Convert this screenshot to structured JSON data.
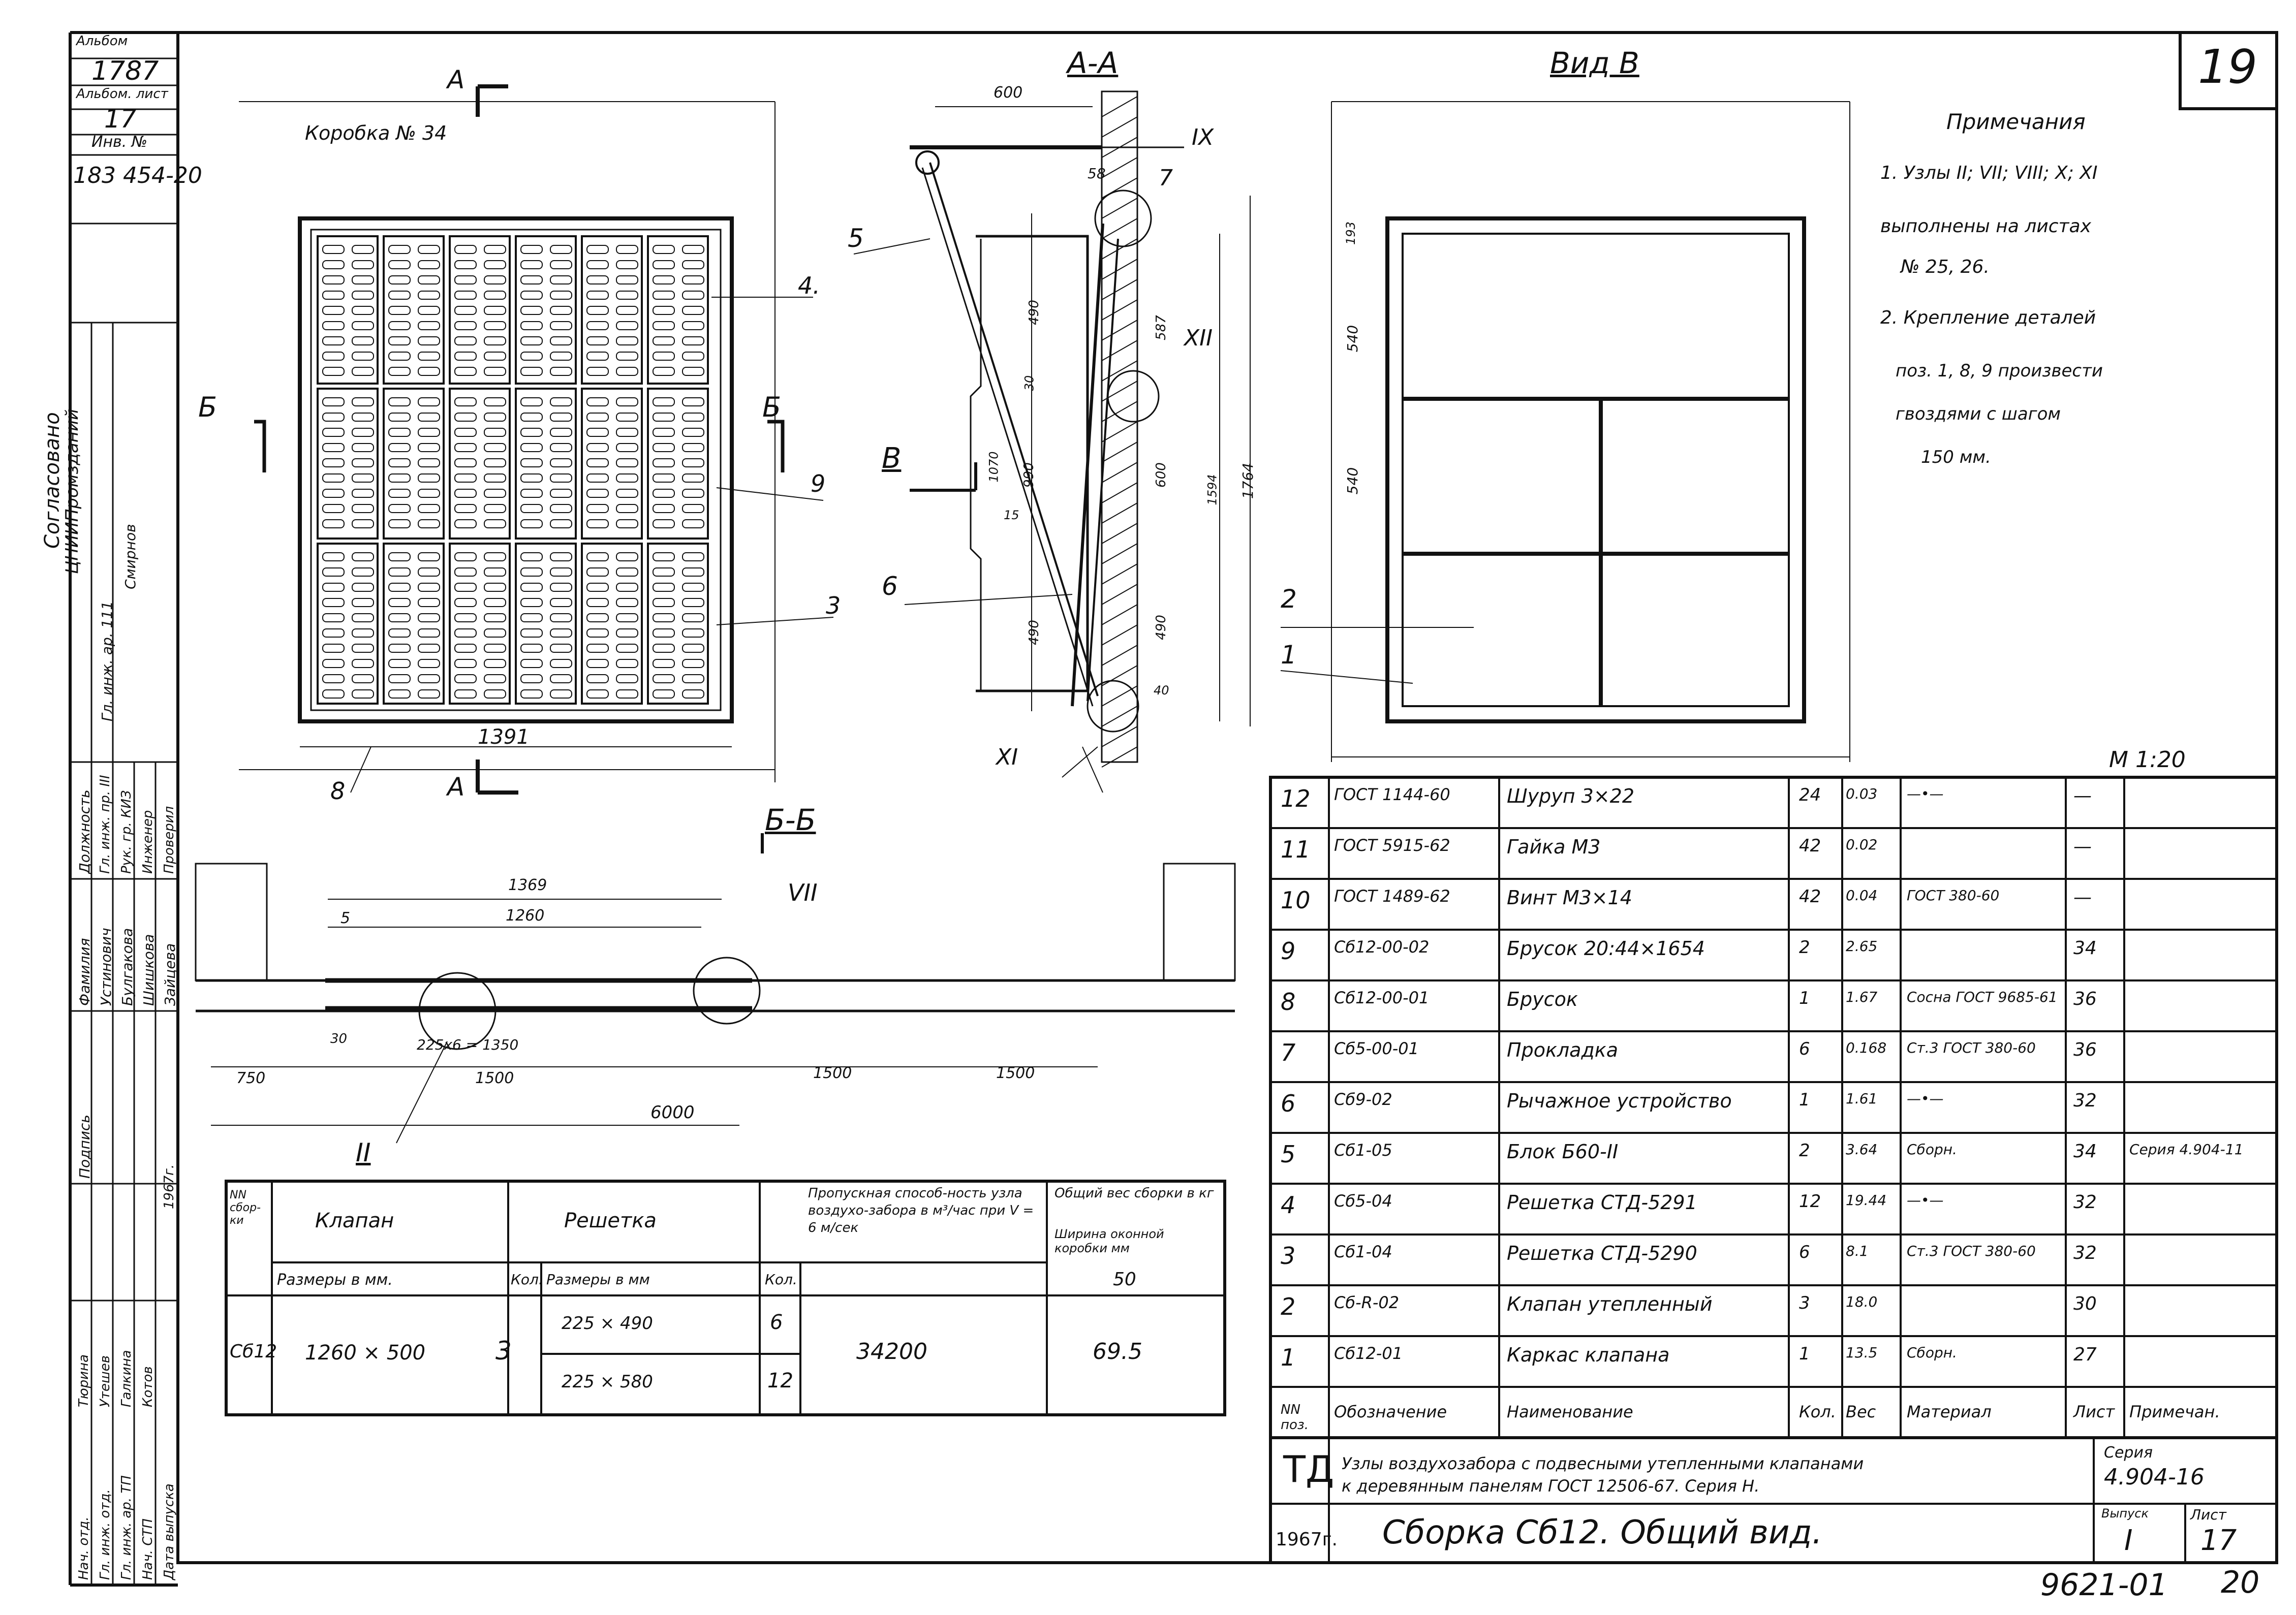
{
  "sheet": {
    "page_number": "19",
    "archive_no": "1787",
    "archive_label_top": "Альбом",
    "album_sheet_label": "Альбом. лист",
    "album_sheet": "17",
    "inv_label": "Инв. №",
    "inv_no": "183 454-20",
    "scale": "М 1:20",
    "footer_code": "9621-01",
    "footer_num": "20"
  },
  "side_stamp": {
    "agreed": "Согласовано",
    "org": "ЦНИИПромзданий",
    "rows": [
      {
        "role": "Должность",
        "name": "Фамилия",
        "sign": "Подпись"
      },
      {
        "role": "Гл. инж. ар. 111",
        "name": "Смирнов",
        "sign": ""
      },
      {
        "role": "Гл. инж. пр. III",
        "name": "Устинович",
        "sign": ""
      },
      {
        "role": "Рук. гр. КИЗ",
        "name": "Булгакова",
        "sign": ""
      },
      {
        "role": "Инженер",
        "name": "Шишкова",
        "sign": ""
      },
      {
        "role": "Проверил",
        "name": "Зайцева",
        "sign": ""
      },
      {
        "role": "Нач. отд.",
        "name": "Тюрина",
        "sign": ""
      },
      {
        "role": "Гл. инж. отд.",
        "name": "Утешев",
        "sign": ""
      },
      {
        "role": "Гл. инж. ар. ТП",
        "name": "Галкина",
        "sign": ""
      },
      {
        "role": "Нач. СТП",
        "name": "Котов",
        "sign": ""
      },
      {
        "role": "Дата выпуска",
        "name": "1967г.",
        "sign": ""
      }
    ]
  },
  "views": {
    "front": {
      "label_box": "Коробка № 34",
      "section_mark": "А",
      "side_mark": "Б",
      "pos_4": "4.",
      "pos_9": "9",
      "pos_3": "3",
      "pos_8": "8",
      "width_dim": "1391"
    },
    "section_aa": {
      "title": "А-А",
      "dim_top": "600",
      "dim_58": "58",
      "node_ix": "IX",
      "node_xii": "XII",
      "node_xi": "XI",
      "pos_5": "5",
      "pos_7": "7",
      "pos_6": "6",
      "view_mark": "В",
      "dims": [
        "490",
        "30",
        "1070",
        "990",
        "15",
        "490",
        "587",
        "600",
        "1594",
        "1764",
        "490",
        "40"
      ]
    },
    "view_b": {
      "title": "Вид В",
      "dims": [
        "193",
        "540",
        "540"
      ],
      "pos_2": "2",
      "pos_1": "1"
    },
    "section_bb": {
      "title": "Б-Б",
      "node_vii": "VII",
      "node_ii": "II",
      "dims": [
        "1369",
        "1260",
        "5",
        "30",
        "225x6 = 1350",
        "750",
        "1500",
        "1500",
        "1500",
        "6000"
      ]
    }
  },
  "notes": {
    "title": "Примечания",
    "items": [
      "1. Узлы II; VII; VIII; X; XI",
      "выполнены на листах",
      "№ 25, 26.",
      "2. Крепление деталей",
      "поз. 1, 8, 9 произвести",
      "гвоздями с шагом",
      "150 мм."
    ]
  },
  "klapan_table": {
    "h_nn": "NN сбор-ки",
    "h_klapan": "Клапан",
    "h_reshetka": "Решетка",
    "h_capacity": "Пропускная способ-ность узла воздухо-забора в м³/час при V = 6 м/сек",
    "h_weight": "Общий вес сборки в кг",
    "h_box_width": "Ширина оконной коробки мм",
    "h_sizes": "Размеры в мм.",
    "h_qty": "Кол.",
    "h_r_sizes": "Размеры в мм",
    "h_r_qty": "Кол.",
    "box_width_value": "50",
    "row": {
      "nn": "Сб12",
      "size": "1260 × 500",
      "qty": "3",
      "r1_size": "225 × 490",
      "r1_qty": "6",
      "r2_size": "225 × 580",
      "r2_qty": "12",
      "capacity": "34200",
      "weight": "69.5"
    }
  },
  "spec": {
    "headers": {
      "pos": "NN поз.",
      "designation": "Обозначение",
      "name": "Наименование",
      "qty": "Кол.",
      "weight": "Вес",
      "material": "Материал",
      "sheet": "Лист",
      "note": "Примечан."
    },
    "rows": [
      {
        "pos": "12",
        "designation": "ГОСТ 1144-60",
        "name": "Шуруп 3×22",
        "qty": "24",
        "weight": "0.03",
        "material": "—•—",
        "sheet": "—",
        "note": ""
      },
      {
        "pos": "11",
        "designation": "ГОСТ 5915-62",
        "name": "Гайка М3",
        "qty": "42",
        "weight": "0.02",
        "material": "",
        "sheet": "—",
        "note": ""
      },
      {
        "pos": "10",
        "designation": "ГОСТ 1489-62",
        "name": "Винт М3×14",
        "qty": "42",
        "weight": "0.04",
        "material": "ГОСТ 380-60",
        "sheet": "—",
        "note": ""
      },
      {
        "pos": "9",
        "designation": "Сб12-00-02",
        "name": "Брусок 20:44×1654",
        "qty": "2",
        "weight": "2.65",
        "material": "",
        "sheet": "34",
        "note": ""
      },
      {
        "pos": "8",
        "designation": "Сб12-00-01",
        "name": "Брусок",
        "qty": "1",
        "weight": "1.67",
        "material": "Сосна ГОСТ 9685-61",
        "sheet": "36",
        "note": ""
      },
      {
        "pos": "7",
        "designation": "Сб5-00-01",
        "name": "Прокладка",
        "qty": "6",
        "weight": "0.168",
        "material": "Ст.3 ГОСТ 380-60",
        "sheet": "36",
        "note": ""
      },
      {
        "pos": "6",
        "designation": "Сб9-02",
        "name": "Рычажное устройство",
        "qty": "1",
        "weight": "1.61",
        "material": "—•—",
        "sheet": "32",
        "note": ""
      },
      {
        "pos": "5",
        "designation": "Сб1-05",
        "name": "Блок Б60-II",
        "qty": "2",
        "weight": "3.64",
        "material": "Сборн.",
        "sheet": "34",
        "note": "Серия 4.904-11"
      },
      {
        "pos": "4",
        "designation": "Сб5-04",
        "name": "Решетка СТД-5291",
        "qty": "12",
        "weight": "19.44",
        "material": "—•—",
        "sheet": "32",
        "note": ""
      },
      {
        "pos": "3",
        "designation": "Сб1-04",
        "name": "Решетка СТД-5290",
        "qty": "6",
        "weight": "8.1",
        "material": "Ст.3 ГОСТ 380-60",
        "sheet": "32",
        "note": ""
      },
      {
        "pos": "2",
        "designation": "Сб-R-02",
        "name": "Клапан утепленный",
        "qty": "3",
        "weight": "18.0",
        "material": "",
        "sheet": "30",
        "note": ""
      },
      {
        "pos": "1",
        "designation": "Сб12-01",
        "name": "Каркас клапана",
        "qty": "1",
        "weight": "13.5",
        "material": "Сборн.",
        "sheet": "27",
        "note": ""
      }
    ]
  },
  "title_block": {
    "td": "ТД",
    "description_1": "Узлы воздухозабора с подвесными утепленными клапанами",
    "description_2": "к деревянным панелям ГОСТ 12506-67. Серия Н.",
    "series_label": "Серия",
    "series": "4.904-16",
    "year": "1967г.",
    "drawing_title": "Сборка Сб12. Общий вид.",
    "issue_label": "Выпуск",
    "issue": "I",
    "sheet_label": "Лист",
    "sheet": "17"
  }
}
